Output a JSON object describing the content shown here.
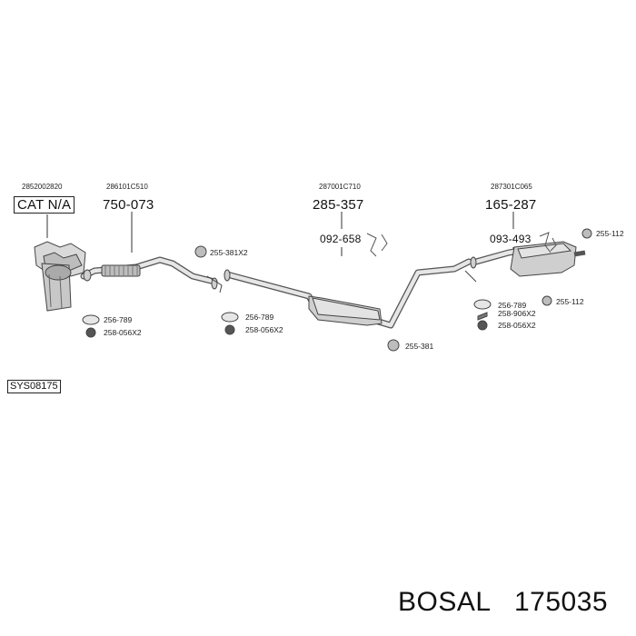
{
  "oem_codes": {
    "catalyst": "2852002820",
    "front_pipe": "286101C510",
    "middle": "287001C710",
    "rear": "287301C065"
  },
  "part_numbers": {
    "catalyst": "CAT N/A",
    "front_pipe": "750-073",
    "middle_silencer": "285-357",
    "middle_mount": "092-658",
    "rear_silencer": "165-287",
    "rear_mount": "093-493"
  },
  "fittings": {
    "rubber_mount_front": "255-381X2",
    "gasket_1": "256-789",
    "bolt_1": "258-056X2",
    "gasket_2": "256-789",
    "bolt_2": "258-056X2",
    "rubber_mount_mid": "255-381",
    "rubber_mount_rear_top": "255-112",
    "gasket_3": "256-789",
    "bolt_3": "258-906X2",
    "nut_3": "258-056X2",
    "rubber_mount_rear": "255-112"
  },
  "system_code": "SYS08175",
  "footer": {
    "brand": "BOSAL",
    "article": "175035"
  }
}
